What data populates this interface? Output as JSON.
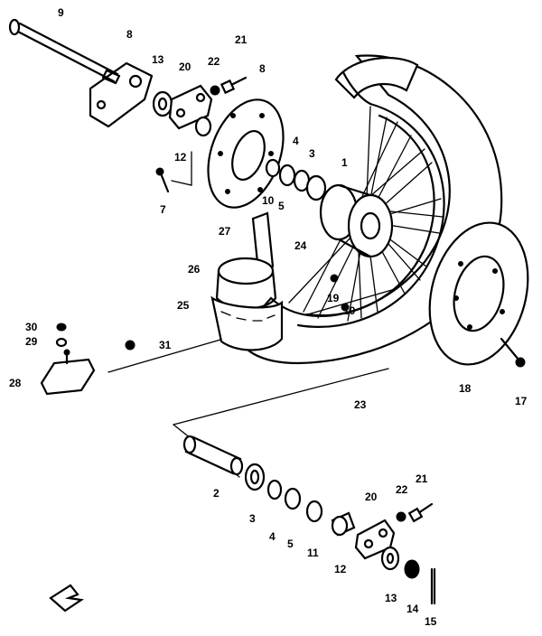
{
  "callouts": {
    "c1": "1",
    "c2": "2",
    "c3a": "3",
    "c3b": "3",
    "c4a": "4",
    "c4b": "4",
    "c5a": "5",
    "c5b": "5",
    "c7": "7",
    "c8a": "8",
    "c8b": "8",
    "c9": "9",
    "c10": "10",
    "c11": "11",
    "c12a": "12",
    "c12b": "12",
    "c13a": "13",
    "c13b": "13",
    "c14": "14",
    "c15": "15",
    "c17": "17",
    "c18": "18",
    "c19a": "19",
    "c19b": "19",
    "c20a": "20",
    "c20b": "20",
    "c21a": "21",
    "c21b": "21",
    "c22a": "22",
    "c22b": "22",
    "c23": "23",
    "c24": "24",
    "c25": "25",
    "c26": "26",
    "c27": "27",
    "c28": "28",
    "c29": "29",
    "c30": "30",
    "c31": "31"
  }
}
